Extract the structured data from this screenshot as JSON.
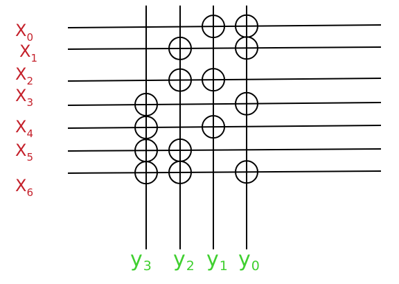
{
  "inputs": [
    {
      "letter": "X",
      "index": "0"
    },
    {
      "letter": "X",
      "index": "1"
    },
    {
      "letter": "X",
      "index": "2"
    },
    {
      "letter": "X",
      "index": "3"
    },
    {
      "letter": "X",
      "index": "4"
    },
    {
      "letter": "X",
      "index": "5"
    },
    {
      "letter": "X",
      "index": "6"
    }
  ],
  "outputs": [
    {
      "letter": "y",
      "index": "3"
    },
    {
      "letter": "y",
      "index": "2"
    },
    {
      "letter": "y",
      "index": "1"
    },
    {
      "letter": "y",
      "index": "0"
    }
  ],
  "connections": {
    "y3": [
      3,
      4,
      5,
      6
    ],
    "y2": [
      1,
      2,
      5,
      6
    ],
    "y1": [
      0,
      2,
      4
    ],
    "y0": [
      0,
      1,
      3,
      6
    ]
  },
  "colors": {
    "input_label": "#c4202a",
    "output_label": "#3fcf2f",
    "lines": "#000000"
  }
}
